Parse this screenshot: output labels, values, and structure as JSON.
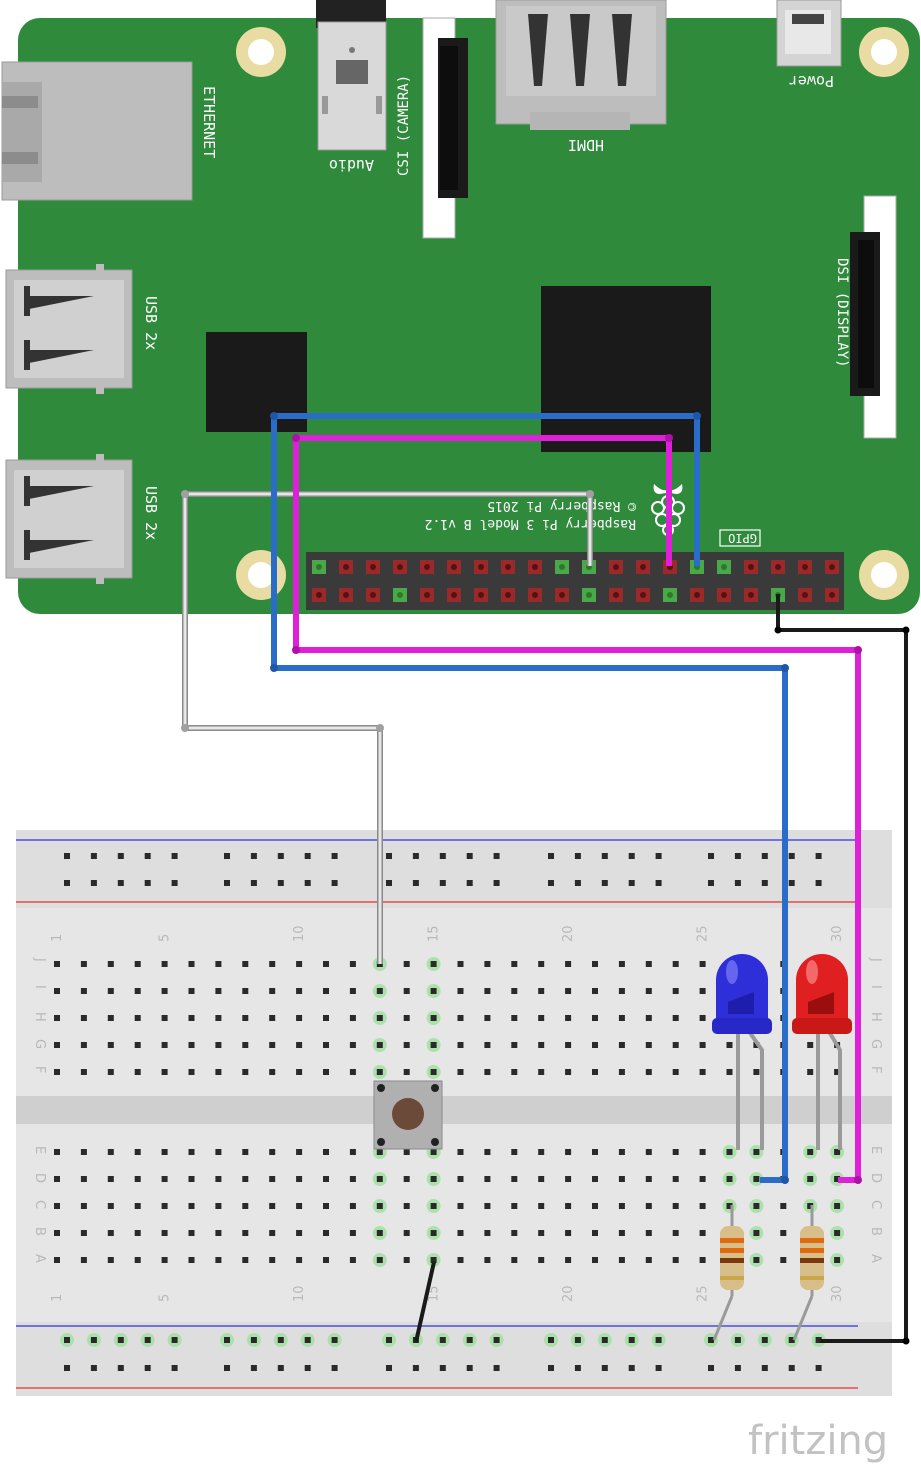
{
  "board": {
    "ethernet_label": "ETHERNET",
    "usb_label_1": "USB 2x",
    "usb_label_2": "USB 2x",
    "audio_label": "Audio",
    "csi_label": "CSI (CAMERA)",
    "hdmi_label": "HDMI",
    "power_label": "Power",
    "dsi_label": "DSI (DISPLAY)",
    "gpio_label": "GPIO",
    "model_line_1": "Raspberry Pi 3 Model B v1.2",
    "model_line_2": "© Raspberry Pi 2015"
  },
  "breadboard": {
    "column_numbers": [
      "1",
      "5",
      "10",
      "15",
      "20",
      "25",
      "30"
    ],
    "row_letters_top": [
      "J",
      "I",
      "H",
      "G",
      "F"
    ],
    "row_letters_bottom": [
      "E",
      "D",
      "C",
      "B",
      "A"
    ]
  },
  "components": {
    "led_blue_color": "#2f2fd9",
    "led_red_color": "#e02020",
    "wire_blue": "#2a6dc8",
    "wire_magenta": "#e020d8",
    "wire_gray": "#b0b0b0",
    "wire_black": "#1a1a1a",
    "board_green": "#2f8a3c"
  },
  "watermark": "fritzing"
}
